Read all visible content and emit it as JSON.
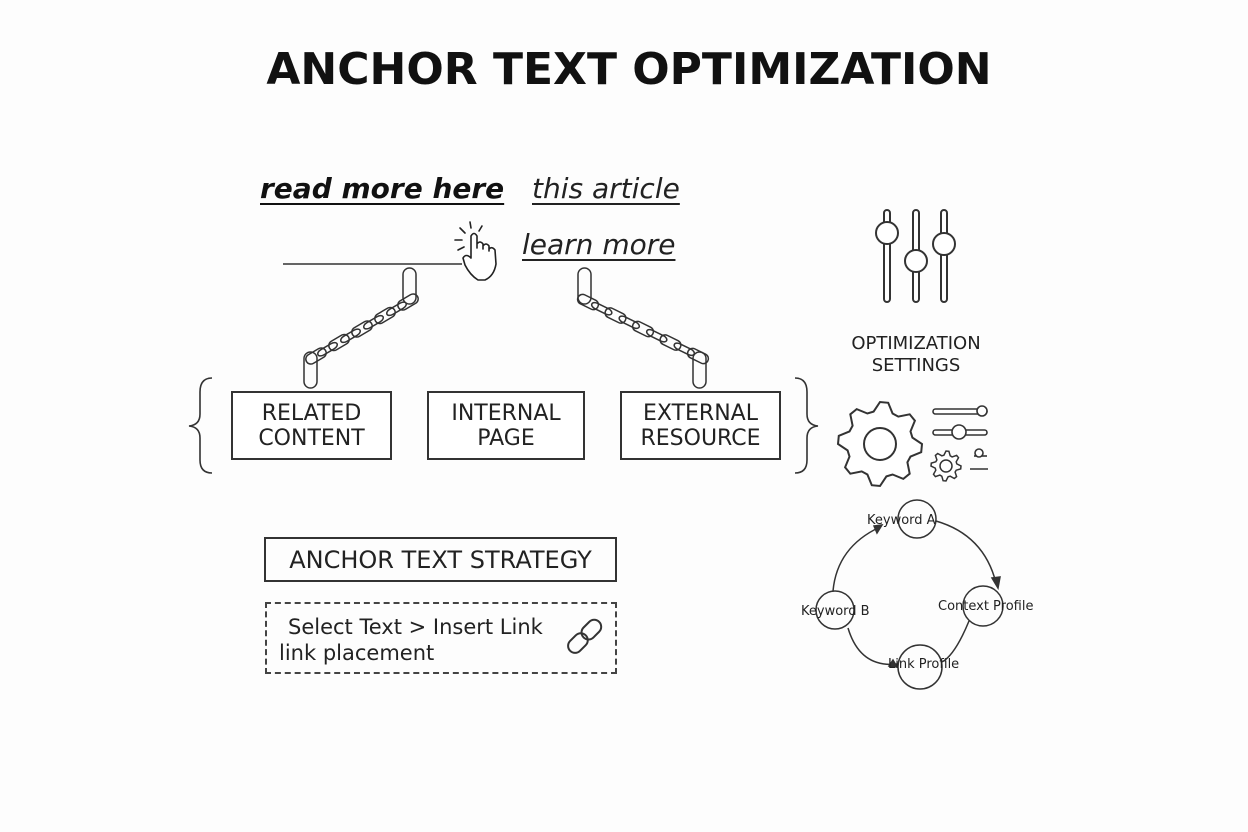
{
  "title": "ANCHOR TEXT OPTIMIZATION",
  "anchors": [
    "read more here",
    "this article",
    "learn more"
  ],
  "boxes": {
    "related": [
      "RELATED",
      "CONTENT"
    ],
    "internal": [
      "INTERNAL",
      "PAGE"
    ],
    "external": [
      "EXTERNAL",
      "RESOURCE"
    ]
  },
  "strategy": {
    "label": "ANCHOR TEXT STRATEGY",
    "line1": "Select Text > Insert Link",
    "line2": "link placement"
  },
  "settings": {
    "label_line1": "OPTIMIZATION",
    "label_line2": "SETTINGS"
  },
  "cycle": {
    "keyword_a": "Keyword A",
    "keyword_b": "Keyword B",
    "context_profile": "Context Profile",
    "link_profile": "Link Profile"
  },
  "icons": [
    "pointer-hand-icon",
    "chain-icon",
    "sliders-icon",
    "gear-icon",
    "small-gear-icon",
    "link-icon"
  ],
  "colors": {
    "ink": "#222222",
    "background": "#fdfdfd"
  }
}
